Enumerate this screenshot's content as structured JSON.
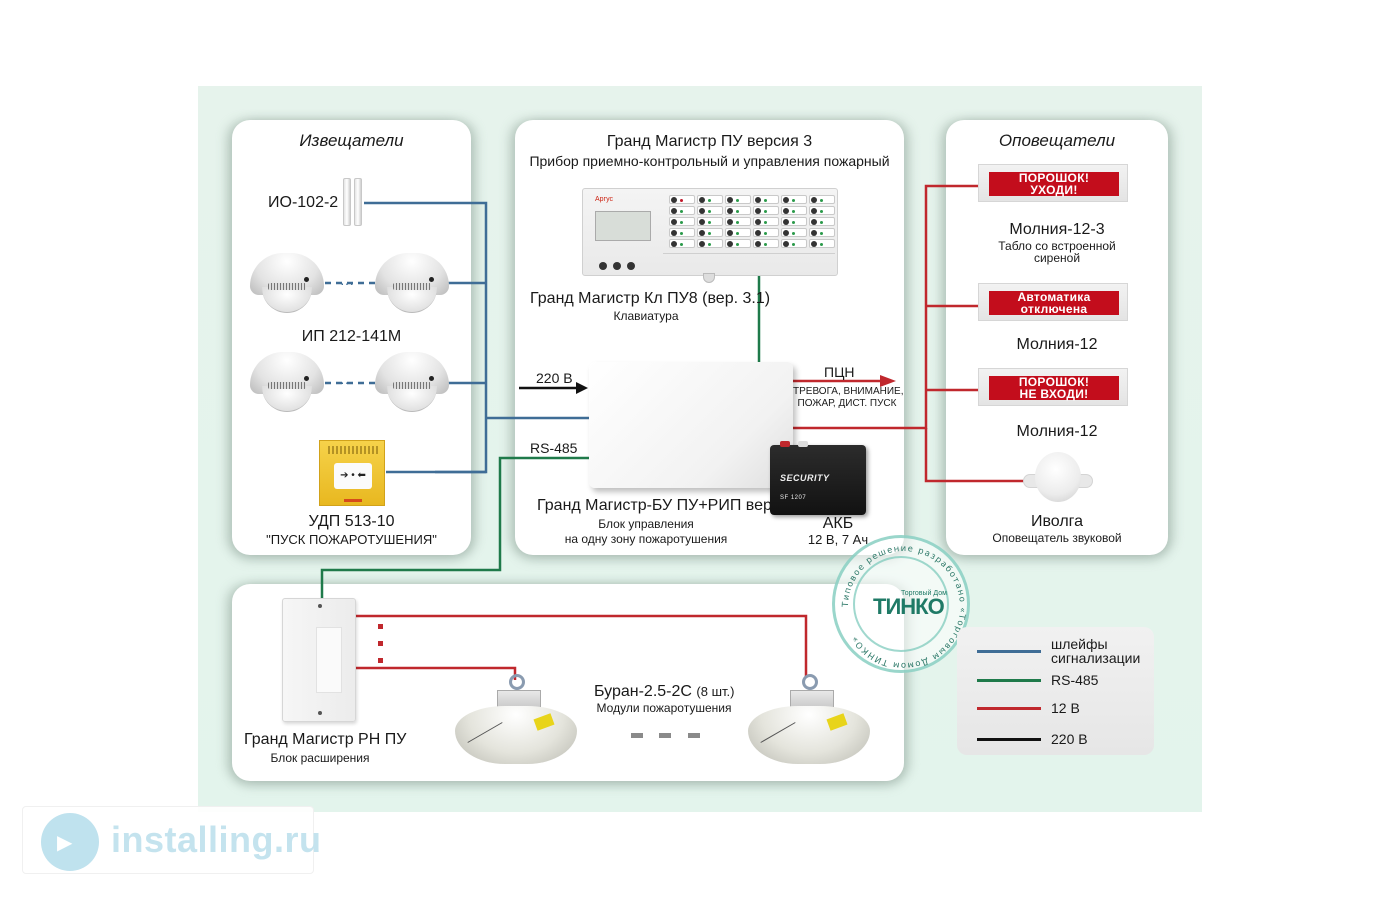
{
  "colors": {
    "loop_line": "#3f6d96",
    "rs485_line": "#1f7a4a",
    "v12_line": "#c0282d",
    "v220_line": "#111111",
    "panel_bg": "#ffffff",
    "frame_bg": "#e4f3ec",
    "board_red": "#c30d1c"
  },
  "detectors_panel": {
    "title": "Извещатели",
    "magnet": {
      "name": "ИО-102-2",
      "icon": "magnetic-contact-icon"
    },
    "smoke": {
      "name": "ИП 212-141М",
      "icon": "smoke-detector-icon",
      "ellipsis": "···"
    },
    "manual": {
      "name": "УДП 513-10",
      "caption": "\"ПУСК ПОЖАРОТУШЕНИЯ\"",
      "icon": "manual-call-point-icon",
      "window_symbol": "➔ • ⬅"
    }
  },
  "main_panel": {
    "title": "Гранд Магистр ПУ версия 3",
    "subtitle": "Прибор приемно-контрольный и управления пожарный",
    "keyboard": {
      "name": "Гранд Магистр Кл ПУ8 (вер. 3.1)",
      "caption": "Клавиатура",
      "brand": "Аргус"
    },
    "input_220": "220 В",
    "rs485": "RS-485",
    "pcn": "ПЦН",
    "pcn_signals_1": "ТРЕВОГА, ВНИМАНИЕ,",
    "pcn_signals_2": "ПОЖАР, ДИСТ. ПУСК",
    "control_unit": {
      "name": "Гранд Магистр-БУ ПУ+РИП вер.3",
      "caption_1": "Блок управления",
      "caption_2": "на одну зону пожаротушения"
    },
    "battery": {
      "name": "АКБ",
      "spec": "12 В, 7 Ач",
      "brand": "SECURITY",
      "model": "SF 1207"
    }
  },
  "notifiers_panel": {
    "title": "Оповещатели",
    "items": [
      {
        "board_line1": "ПОРОШОК!",
        "board_line2": "УХОДИ!",
        "name": "Молния-12-3",
        "caption_1": "Табло со встроенной",
        "caption_2": "сиреной"
      },
      {
        "board_line1": "Автоматика",
        "board_line2": "отключена",
        "name": "Молния-12"
      },
      {
        "board_line1": "ПОРОШОК!",
        "board_line2": "НЕ ВХОДИ!",
        "name": "Молния-12"
      }
    ],
    "siren": {
      "name": "Иволга",
      "caption": "Оповещатель звуковой"
    }
  },
  "bottom_panel": {
    "expansion": {
      "name": "Гранд Магистр РН ПУ",
      "caption": "Блок расширения"
    },
    "modules": {
      "name": "Буран-2.5-2С",
      "count": "(8 шт.)",
      "caption": "Модули пожаротушения"
    }
  },
  "legend": [
    {
      "label_1": "шлейфы",
      "label_2": "сигнализации",
      "color": "#3f6d96"
    },
    {
      "label_1": "RS-485",
      "color": "#1f7a4a"
    },
    {
      "label_1": "12 В",
      "color": "#c0282d"
    },
    {
      "label_1": "220 В",
      "color": "#111111"
    }
  ],
  "stamp": {
    "ring_text": "Типовое решение разработано «Торговым Домом ТИНКО»",
    "logo": "ТИНКО",
    "sublogo": "Торговый Дом"
  },
  "watermark": {
    "text": "installing.ru"
  }
}
